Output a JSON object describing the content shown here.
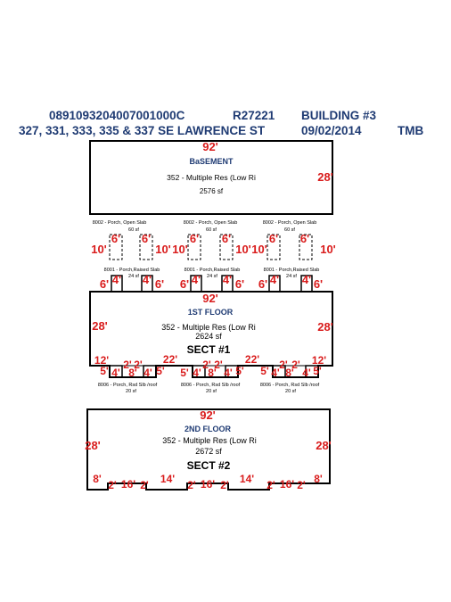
{
  "header": {
    "parcel": "0891093204007001000C",
    "account": "R27221",
    "building": "BUILDING #3",
    "address": "327, 331, 333, 335 & 337 SE LAWRENCE ST",
    "date": "09/02/2014",
    "initials": "TMB"
  },
  "basement": {
    "title": "BaSEMENT",
    "use": "352 - Multiple Res (Low Ri",
    "area": "2576 sf",
    "width": "92'",
    "depth": "28'"
  },
  "open_porches": {
    "label": "8002 - Porch, Open Slab",
    "area": "60 sf",
    "w": "6'",
    "d": "10'"
  },
  "raised_porches": {
    "label": "8001 - Porch,Raised Slab",
    "area": "24 sf",
    "w": "6'",
    "d": "4'"
  },
  "floor1": {
    "title": "1ST FLOOR",
    "use": "352 - Multiple Res (Low Ri",
    "area": "2624 sf",
    "sect": "SECT #1",
    "width": "92'",
    "depth": "28'",
    "bottom_side": "12'",
    "bottom_mid": "22'",
    "small_2": "2'",
    "small_4": "4'",
    "small_5": "5'",
    "small_8": "8'"
  },
  "roof_porches": {
    "label": "8006 - Porch, Rsd Slb /roof",
    "area": "20 sf"
  },
  "floor2": {
    "title": "2ND FLOOR",
    "use": "352 - Multiple Res (Low Ri",
    "area": "2672 sf",
    "sect": "SECT #2",
    "width": "92'",
    "depth": "28'",
    "bottom_side": "8'",
    "bottom_mid": "14'",
    "notch_w": "16'",
    "notch_d": "2'"
  }
}
